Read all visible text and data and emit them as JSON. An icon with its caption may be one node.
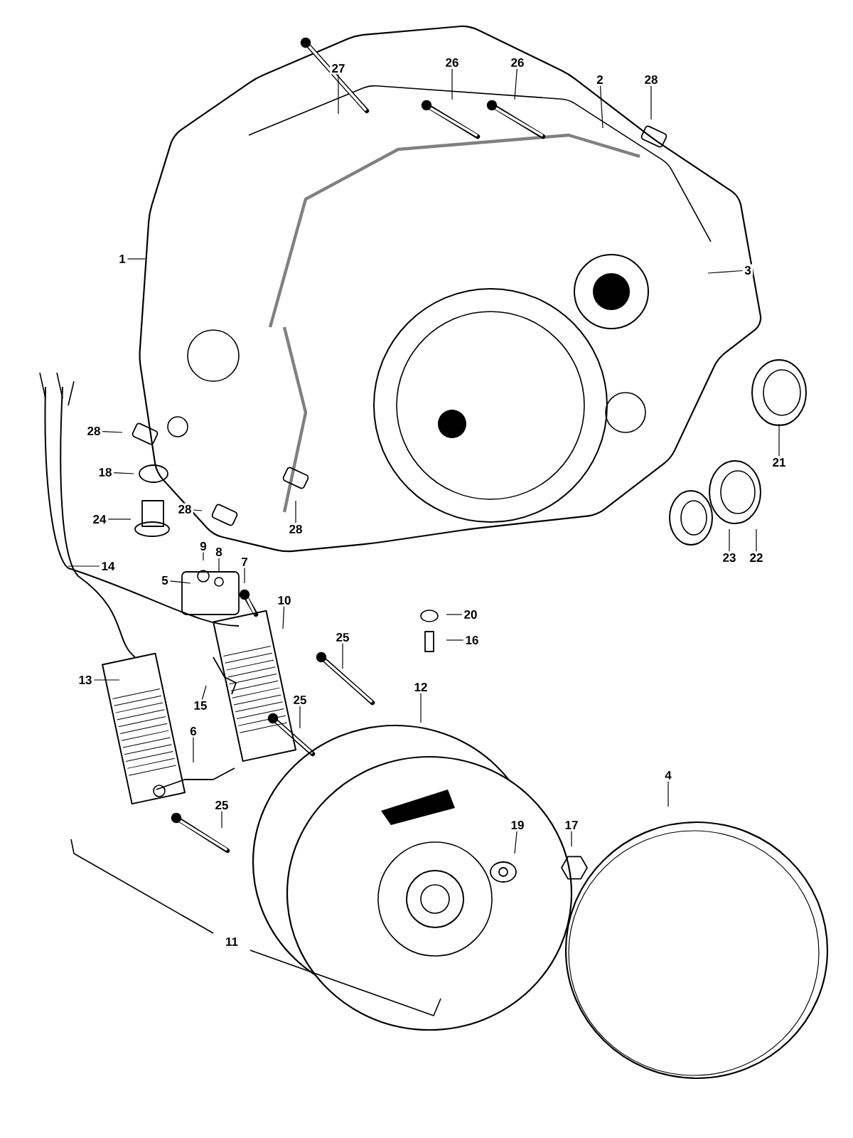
{
  "diagram": {
    "nodes": [
      {
        "text": [
          "27"
        ]
      },
      {
        "text": [
          "26"
        ]
      },
      {
        "text": [
          "26"
        ]
      },
      {
        "text": [
          "2"
        ]
      },
      {
        "text": [
          "28"
        ]
      },
      {
        "text": [
          "1"
        ]
      },
      {
        "text": [
          "3"
        ]
      },
      {
        "text": [
          "21"
        ]
      },
      {
        "text": [
          "28"
        ]
      },
      {
        "text": [
          "18"
        ]
      },
      {
        "text": [
          "24"
        ]
      },
      {
        "text": [
          "28"
        ]
      },
      {
        "text": [
          "28"
        ]
      },
      {
        "text": [
          "14"
        ]
      },
      {
        "text": [
          "9"
        ]
      },
      {
        "text": [
          "8"
        ]
      },
      {
        "text": [
          "5"
        ]
      },
      {
        "text": [
          "7"
        ]
      },
      {
        "text": [
          "10"
        ]
      },
      {
        "text": [
          "20"
        ]
      },
      {
        "text": [
          "16"
        ]
      },
      {
        "text": [
          "23"
        ]
      },
      {
        "text": [
          "22"
        ]
      },
      {
        "text": [
          "13"
        ]
      },
      {
        "text": [
          "15"
        ]
      },
      {
        "text": [
          "25"
        ]
      },
      {
        "text": [
          "25"
        ]
      },
      {
        "text": [
          "6"
        ]
      },
      {
        "text": [
          "25"
        ]
      },
      {
        "text": [
          "12"
        ]
      },
      {
        "text": [
          "19"
        ]
      },
      {
        "text": [
          "17"
        ]
      },
      {
        "text": [
          "4"
        ]
      }
    ],
    "edges": [
      {
        "from": 0,
        "to": null,
        "arrow": "none"
      },
      {
        "from": 1,
        "to": null,
        "arrow": "none"
      },
      {
        "from": 2,
        "to": null,
        "arrow": "none"
      },
      {
        "from": 3,
        "to": null,
        "arrow": "none"
      },
      {
        "from": 4,
        "to": null,
        "arrow": "none"
      },
      {
        "from": 5,
        "to": null,
        "arrow": "none"
      },
      {
        "from": 6,
        "to": null,
        "arrow": "none"
      },
      {
        "from": 7,
        "to": null,
        "arrow": "none"
      },
      {
        "from": 8,
        "to": null,
        "arrow": "none"
      },
      {
        "from": 9,
        "to": null,
        "arrow": "none"
      },
      {
        "from": 10,
        "to": null,
        "arrow": "none"
      },
      {
        "from": 11,
        "to": null,
        "arrow": "none"
      },
      {
        "from": 12,
        "to": null,
        "arrow": "none"
      },
      {
        "from": 13,
        "to": null,
        "arrow": "none"
      },
      {
        "from": 14,
        "to": null,
        "arrow": "none"
      },
      {
        "from": 15,
        "to": null,
        "arrow": "none"
      },
      {
        "from": 16,
        "to": null,
        "arrow": "none"
      },
      {
        "from": 17,
        "to": null,
        "arrow": "none"
      },
      {
        "from": 18,
        "to": null,
        "arrow": "none"
      },
      {
        "from": 19,
        "to": null,
        "arrow": "none"
      },
      {
        "from": 20,
        "to": null,
        "arrow": "none"
      },
      {
        "from": 21,
        "to": null,
        "arrow": "none"
      },
      {
        "from": 22,
        "to": null,
        "arrow": "none"
      },
      {
        "from": 23,
        "to": null,
        "arrow": "none"
      },
      {
        "from": 24,
        "to": null,
        "arrow": "none"
      },
      {
        "from": 25,
        "to": null,
        "arrow": "none"
      },
      {
        "from": 26,
        "to": null,
        "arrow": "none"
      },
      {
        "from": 27,
        "to": null,
        "arrow": "none"
      },
      {
        "from": 28,
        "to": null,
        "arrow": "none"
      },
      {
        "from": 29,
        "to": null,
        "arrow": "none"
      },
      {
        "from": 30,
        "to": null,
        "arrow": "none"
      },
      {
        "from": 31,
        "to": null,
        "arrow": "none"
      },
      {
        "from": 32,
        "to": null,
        "arrow": "none"
      }
    ],
    "labels": [
      "11"
    ]
  }
}
